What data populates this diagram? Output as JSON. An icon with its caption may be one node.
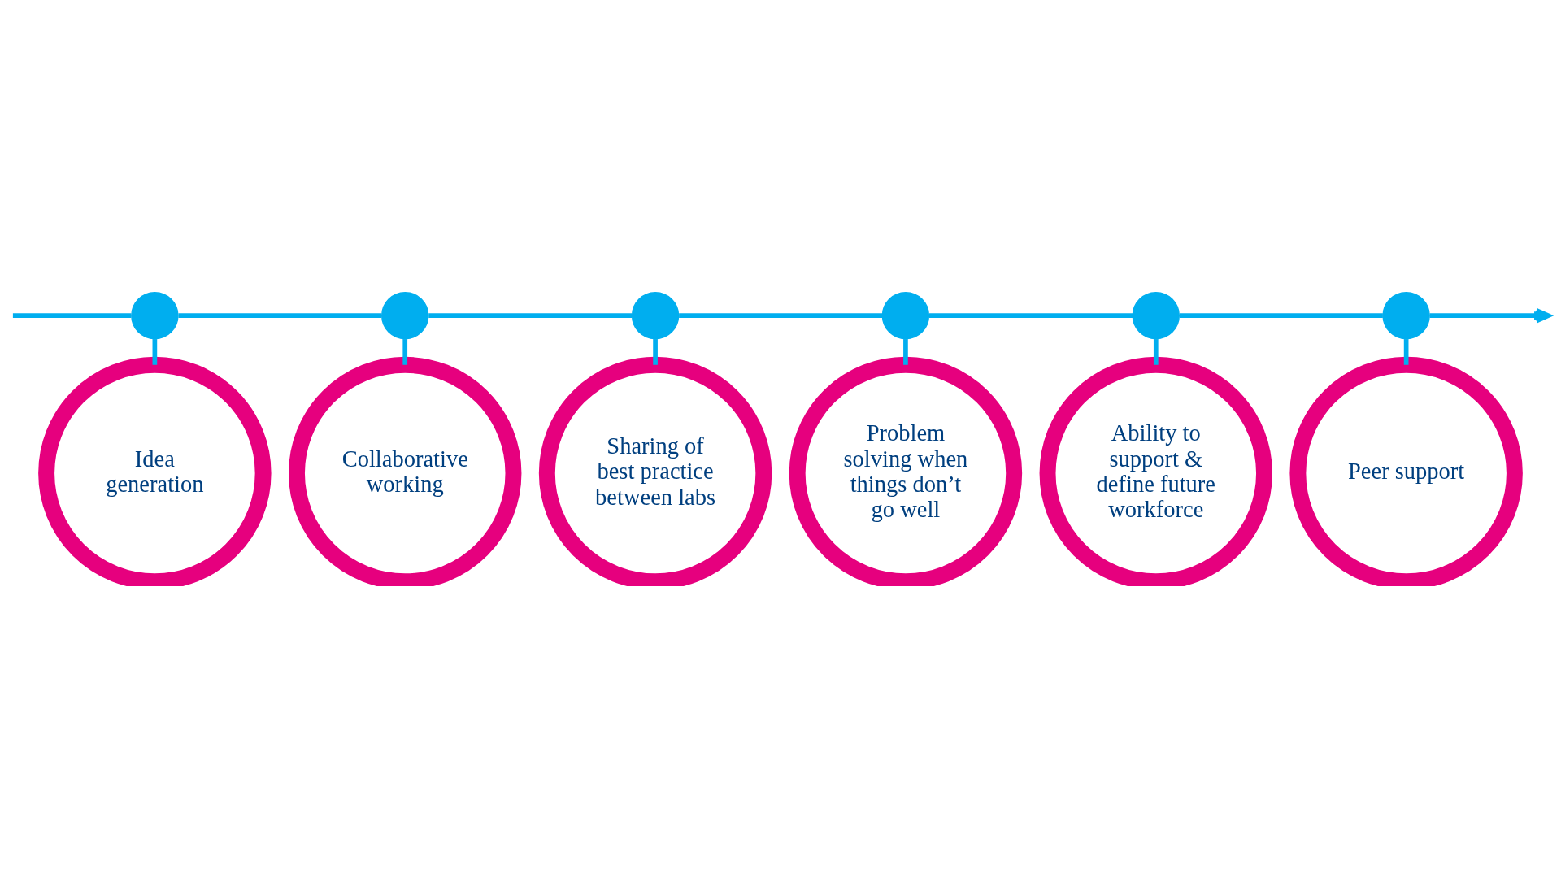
{
  "diagram": {
    "nodes": [
      {
        "text": [
          "Idea generation"
        ]
      },
      {
        "text": [
          "Collaborative working"
        ]
      },
      {
        "text": [
          "Sharing of best practice between labs"
        ]
      },
      {
        "text": [
          "Problem solving when things don’t go well"
        ]
      },
      {
        "text": [
          "Ability to support & define future workforce"
        ]
      },
      {
        "text": [
          "Peer support"
        ]
      },
      {
        "text": [],
        "shape": "circle"
      },
      {
        "text": [],
        "shape": "circle"
      },
      {
        "text": [],
        "shape": "circle"
      },
      {
        "text": [],
        "shape": "circle"
      },
      {
        "text": [],
        "shape": "circle"
      },
      {
        "text": [],
        "shape": "circle"
      }
    ],
    "edges": [
      {
        "from": null,
        "to": 6,
        "arrow": "none"
      },
      {
        "from": 6,
        "to": 7,
        "arrow": "none"
      },
      {
        "from": 7,
        "to": 8,
        "arrow": "none"
      },
      {
        "from": 8,
        "to": 9,
        "arrow": "none"
      },
      {
        "from": 9,
        "to": 10,
        "arrow": "none"
      },
      {
        "from": 10,
        "to": 11,
        "arrow": "none"
      },
      {
        "from": 11,
        "to": null,
        "arrow": "to"
      },
      {
        "from": 6,
        "to": 0,
        "arrow": "none"
      },
      {
        "from": 7,
        "to": 1,
        "arrow": "none"
      },
      {
        "from": 8,
        "to": 2,
        "arrow": "none"
      },
      {
        "from": 9,
        "to": 3,
        "arrow": "none"
      },
      {
        "from": 10,
        "to": 4,
        "arrow": "none"
      },
      {
        "from": 11,
        "to": 5,
        "arrow": "none"
      }
    ]
  }
}
